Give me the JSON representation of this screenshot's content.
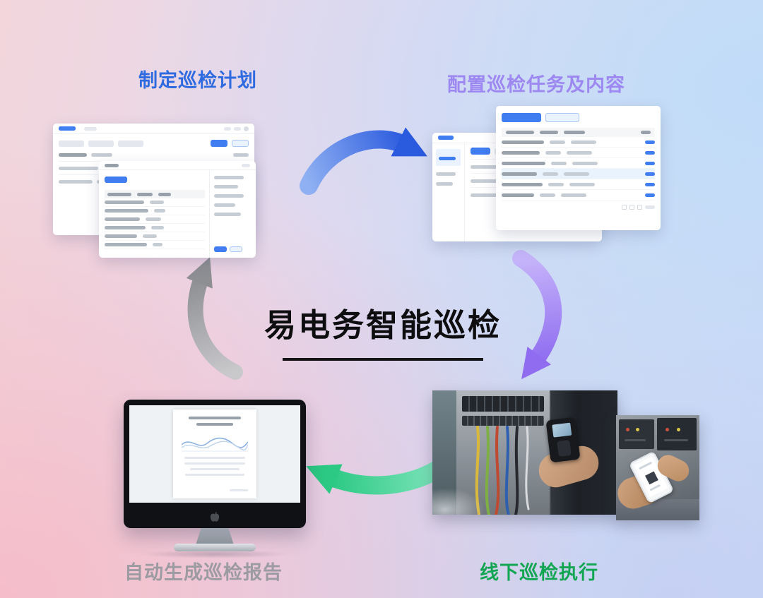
{
  "diagram": {
    "center_title": "易电务智能巡检",
    "steps": {
      "plan": {
        "label": "制定巡检计划",
        "color": "#2f6be0"
      },
      "config": {
        "label": "配置巡检任务及内容",
        "color": "#9d87f0"
      },
      "offline": {
        "label": "线下巡检执行",
        "color": "#12a653"
      },
      "report": {
        "label": "自动生成巡检报告",
        "color": "#9b9ba1"
      }
    },
    "arrows": {
      "plan_to_config": {
        "from": "制定巡检计划",
        "to": "配置巡检任务及内容",
        "color": "#2a5ade"
      },
      "config_to_offline": {
        "from": "配置巡检任务及内容",
        "to": "线下巡检执行",
        "color": "#8f6cf0"
      },
      "offline_to_report": {
        "from": "线下巡检执行",
        "to": "自动生成巡检报告",
        "color": "#2bc983"
      },
      "report_to_plan": {
        "from": "自动生成巡检报告",
        "to": "制定巡检计划",
        "color": "#8e8f93"
      }
    },
    "background": {
      "left_color": "#f2d6dc",
      "right_color": "#cfdef6"
    },
    "icons": {
      "apple_logo": "apple-silhouette"
    }
  }
}
